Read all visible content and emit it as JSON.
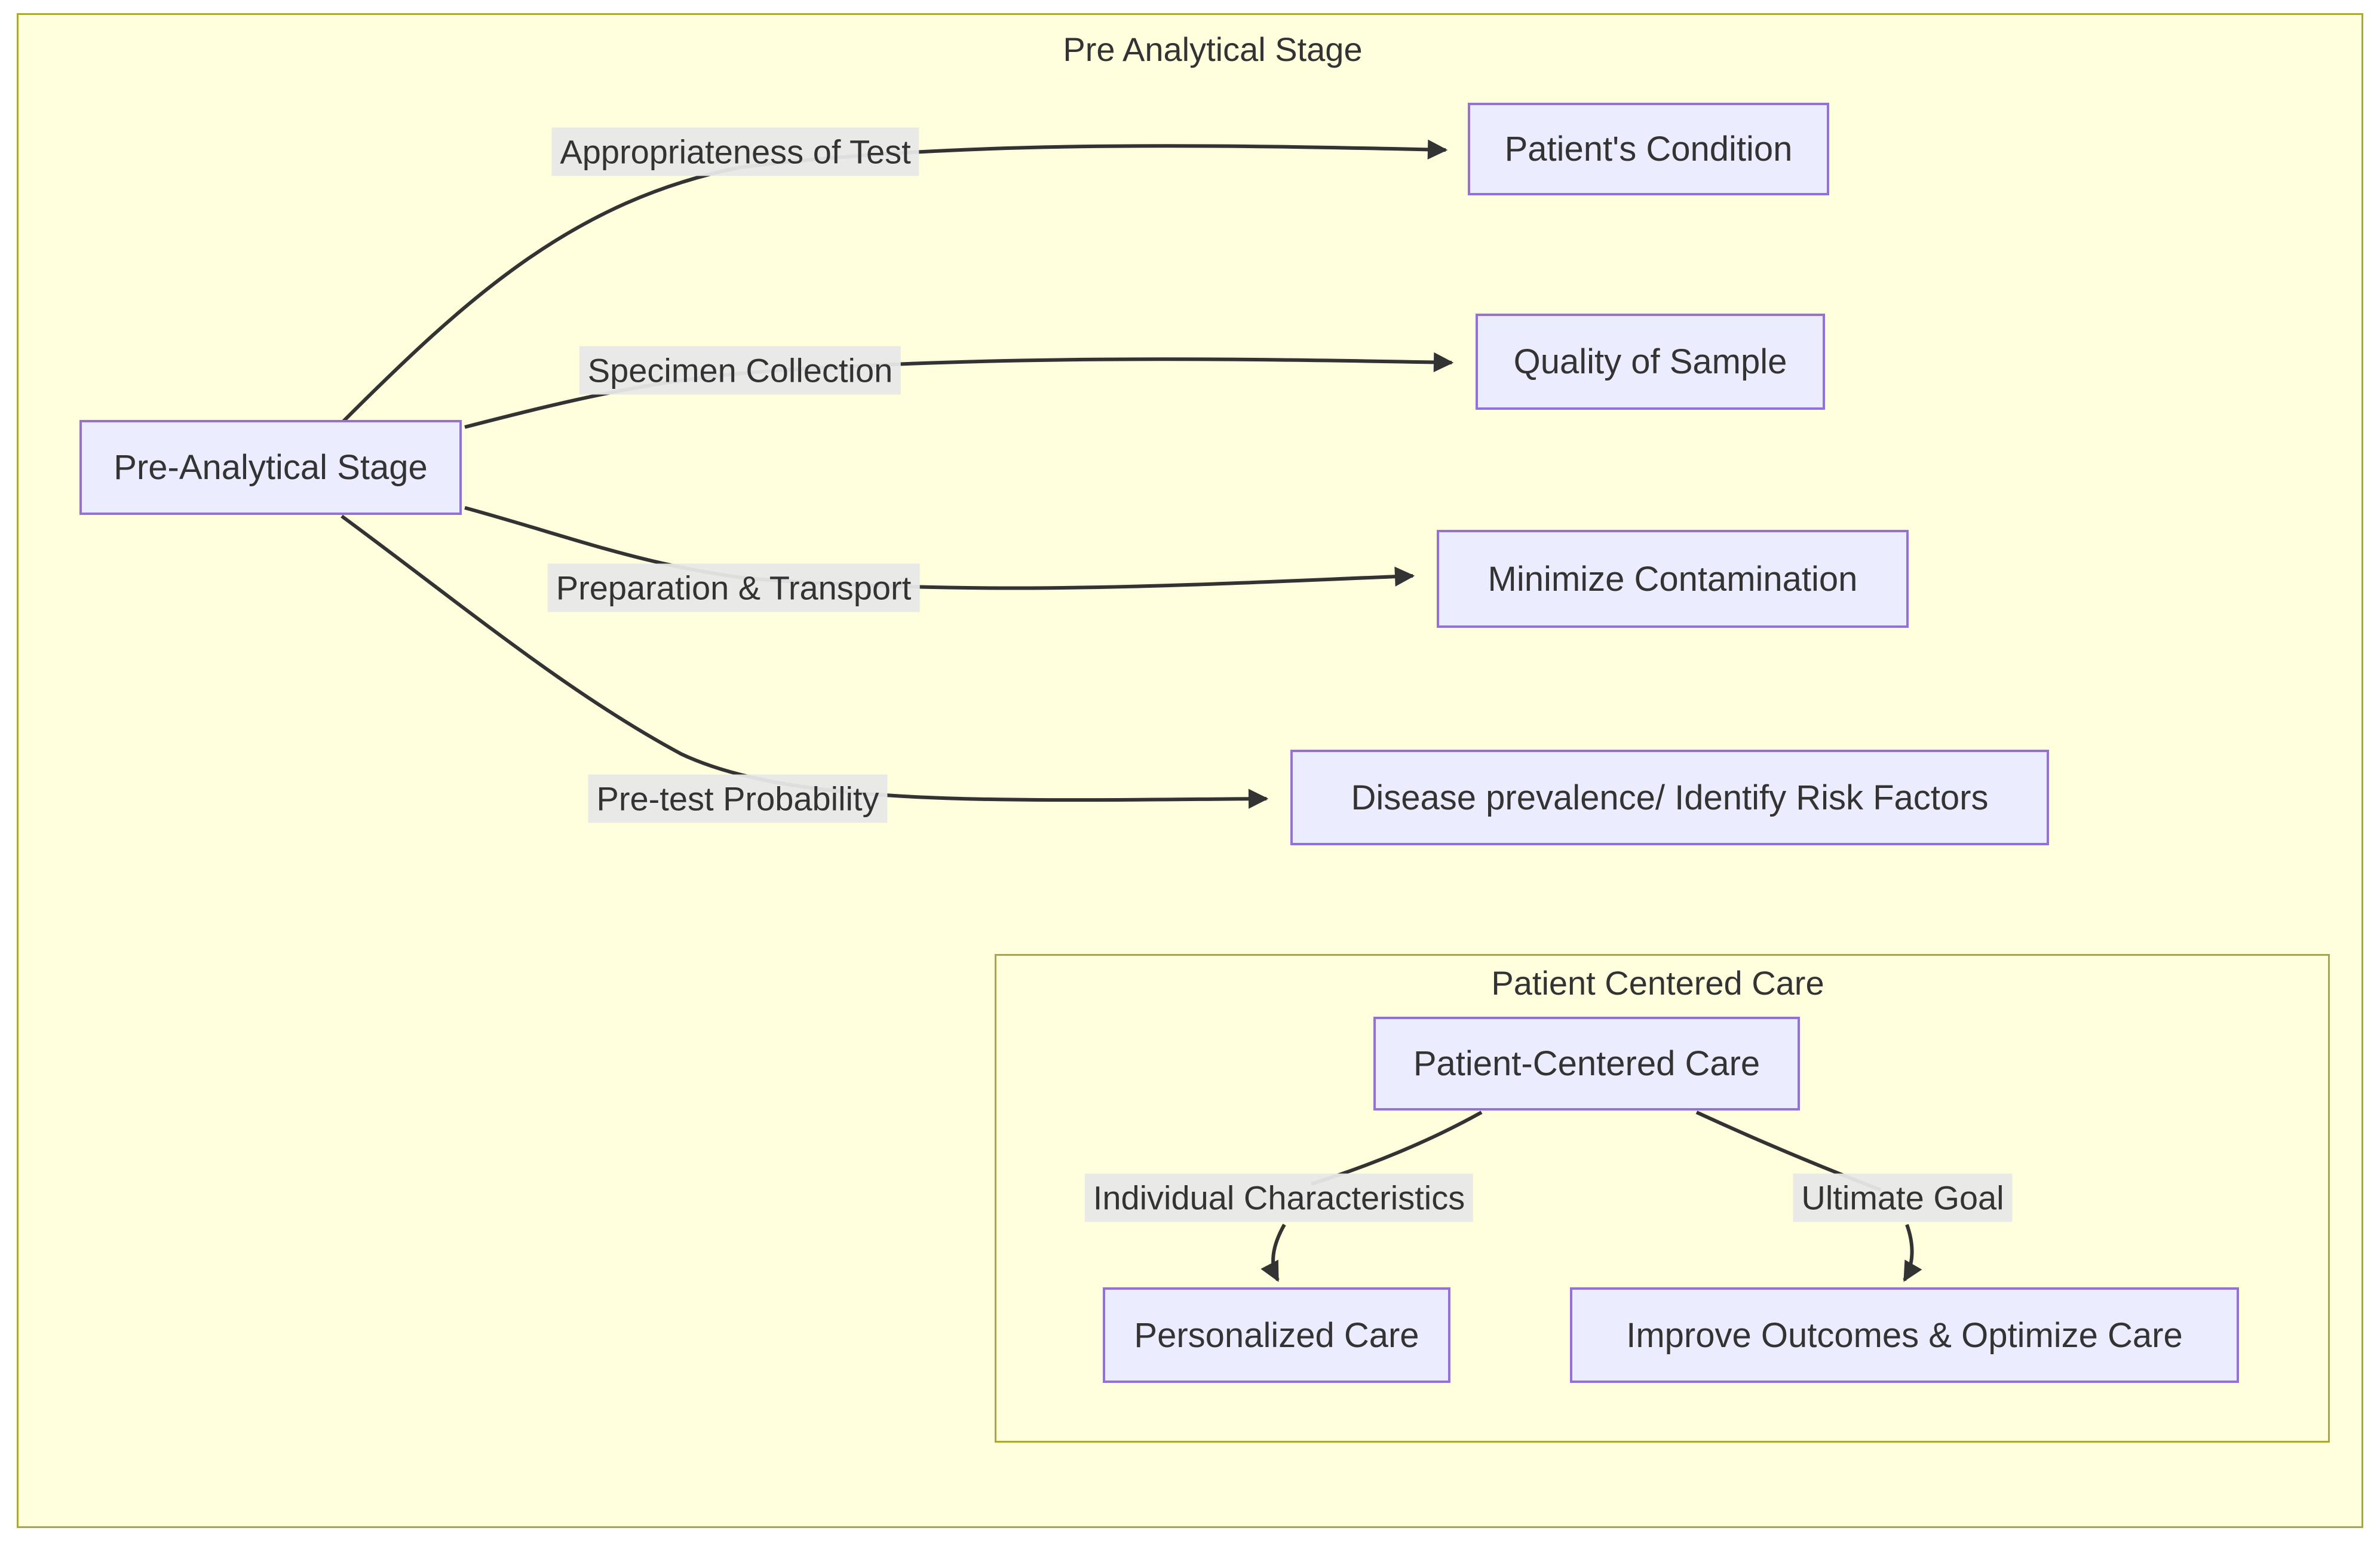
{
  "diagram": {
    "type": "flowchart",
    "outer_cluster": {
      "title": "Pre Analytical Stage"
    },
    "inner_cluster": {
      "title": "Patient Centered Care"
    },
    "nodes": [
      {
        "id": "pre-analytical-stage",
        "label": "Pre-Analytical Stage"
      },
      {
        "id": "patients-condition",
        "label": "Patient's Condition"
      },
      {
        "id": "quality-of-sample",
        "label": "Quality of Sample"
      },
      {
        "id": "minimize-contamination",
        "label": "Minimize Contamination"
      },
      {
        "id": "disease-prevalence",
        "label": "Disease prevalence/ Identify Risk Factors"
      },
      {
        "id": "patient-centered-care",
        "label": "Patient-Centered Care"
      },
      {
        "id": "personalized-care",
        "label": "Personalized Care"
      },
      {
        "id": "improve-outcomes",
        "label": "Improve Outcomes & Optimize Care"
      }
    ],
    "edges": [
      {
        "from": "Pre-Analytical Stage",
        "to": "Patient's Condition",
        "label": "Appropriateness of Test"
      },
      {
        "from": "Pre-Analytical Stage",
        "to": "Quality of Sample",
        "label": "Specimen Collection"
      },
      {
        "from": "Pre-Analytical Stage",
        "to": "Minimize Contamination",
        "label": "Preparation & Transport"
      },
      {
        "from": "Pre-Analytical Stage",
        "to": "Disease prevalence/ Identify Risk Factors",
        "label": "Pre-test Probability"
      },
      {
        "from": "Patient-Centered Care",
        "to": "Personalized Care",
        "label": "Individual Characteristics"
      },
      {
        "from": "Patient-Centered Care",
        "to": "Improve Outcomes & Optimize Care",
        "label": "Ultimate Goal"
      }
    ],
    "colors": {
      "cluster_fill": "#ffffde",
      "cluster_border": "#aaaa33",
      "node_fill": "#ECECFF",
      "node_border": "#9370DB",
      "edge_label_bg": "#e8e8e8",
      "edge_stroke": "#333333",
      "text": "#333333",
      "page_bg": "#ffffff"
    }
  }
}
